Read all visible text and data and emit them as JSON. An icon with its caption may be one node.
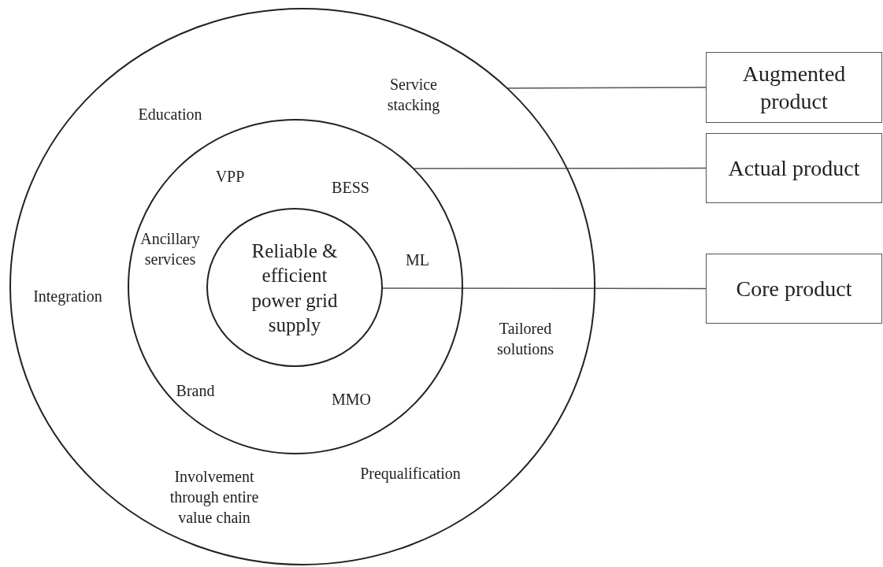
{
  "diagram": {
    "nodes": [
      {
        "text": [],
        "shape": "circle"
      },
      {
        "text": [],
        "shape": "circle",
        "in": 0
      },
      {
        "text": [
          "Reliable & efficient power grid supply"
        ],
        "in": 1
      },
      {
        "text": [
          "Augmented product"
        ]
      },
      {
        "text": [
          "Actual product"
        ]
      },
      {
        "text": [
          "Core product"
        ]
      }
    ],
    "edges": [
      {
        "from": 3,
        "to": 0,
        "arrow": "none"
      },
      {
        "from": 4,
        "to": 1,
        "arrow": "none"
      },
      {
        "from": 5,
        "to": 2,
        "arrow": "none"
      }
    ],
    "labels": [
      "Service stacking",
      "Education",
      "VPP",
      "BESS",
      "Ancillary services",
      "ML",
      "Integration",
      "Tailored solutions",
      "Brand",
      "MMO",
      "Prequalification",
      "Involvement through entire value chain"
    ]
  }
}
